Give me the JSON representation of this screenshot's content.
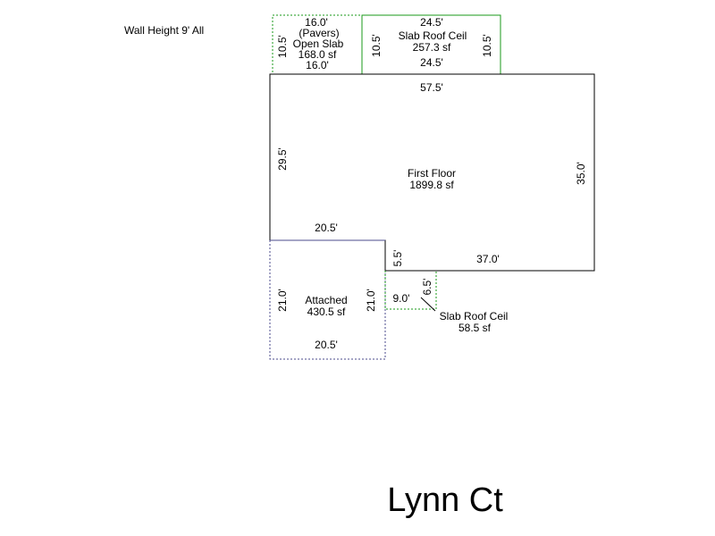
{
  "note": "Wall Height 9' All",
  "street": "Lynn Ct",
  "colors": {
    "main": "#000000",
    "green": "#1a9a1a",
    "purple": "#4b4b8c"
  },
  "areas": {
    "open_slab": {
      "top": "16.0'",
      "line1": "(Pavers)",
      "line2": "Open Slab",
      "area": "168.0 sf",
      "bottom": "16.0'",
      "left": "10.5'"
    },
    "slab_roof_top": {
      "top": "24.5'",
      "name": "Slab Roof Ceil",
      "area": "257.3 sf",
      "bottom": "24.5'",
      "left": "10.5'",
      "right": "10.5'"
    },
    "first_floor": {
      "name": "First Floor",
      "area": "1899.8 sf",
      "top": "57.5'",
      "left": "29.5'",
      "right": "35.0'",
      "inner_top": "20.5'",
      "step": "5.5'",
      "bottom": "37.0'"
    },
    "attached": {
      "name": "Attached",
      "area": "430.5 sf",
      "left": "21.0'",
      "right": "21.0'",
      "bottom": "20.5'"
    },
    "slab_roof_small": {
      "name": "Slab Roof Ceil",
      "area": "58.5 sf",
      "width": "9.0'",
      "height": "6.5'"
    }
  }
}
